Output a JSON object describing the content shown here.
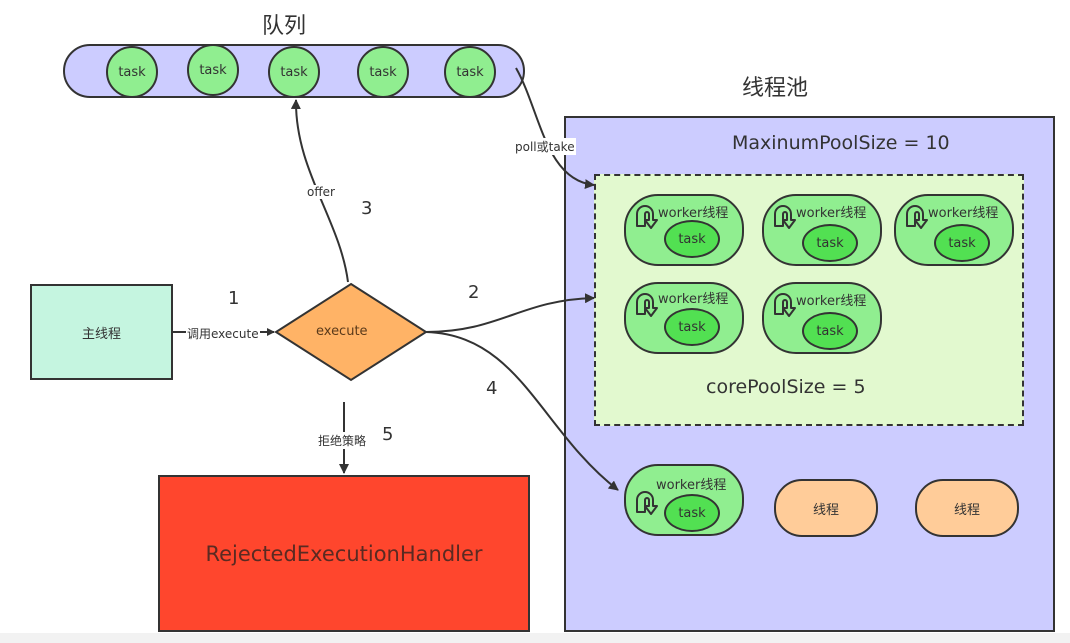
{
  "queue": {
    "title": "队列",
    "tasks": [
      "task",
      "task",
      "task",
      "task",
      "task"
    ]
  },
  "main_thread": {
    "label": "主线程"
  },
  "decision": {
    "label": "execute"
  },
  "edges": {
    "call": {
      "label": "调用execute",
      "step": "1"
    },
    "to_core": {
      "step": "2"
    },
    "offer": {
      "label": "offer",
      "step": "3"
    },
    "to_max": {
      "step": "4"
    },
    "reject": {
      "label": "拒绝策略",
      "step": "5"
    },
    "poll": {
      "label": "poll或take"
    }
  },
  "pool": {
    "title": "线程池",
    "max_label": "MaxinumPoolSize = 10",
    "core": {
      "label": "corePoolSize = 5",
      "workers": [
        {
          "label": "worker线程",
          "task": "task"
        },
        {
          "label": "worker线程",
          "task": "task"
        },
        {
          "label": "worker线程",
          "task": "task"
        },
        {
          "label": "worker线程",
          "task": "task"
        },
        {
          "label": "worker线程",
          "task": "task"
        }
      ]
    },
    "extra_worker": {
      "label": "worker线程",
      "task": "task"
    },
    "idle_threads": [
      "线程",
      "线程"
    ]
  },
  "reject_handler": {
    "label": "RejectedExecutionHandler"
  },
  "colors": {
    "queue_fill": "#ccccff",
    "task_fill": "#90ee90",
    "main_thread_fill": "#c5f5e0",
    "decision_fill": "#ffb366",
    "pool_fill": "#ccccff",
    "core_fill": "#e2f9cf",
    "worker_task_fill": "#52e052",
    "thread_fill": "#ffcc99",
    "reject_fill": "#ff462d"
  }
}
